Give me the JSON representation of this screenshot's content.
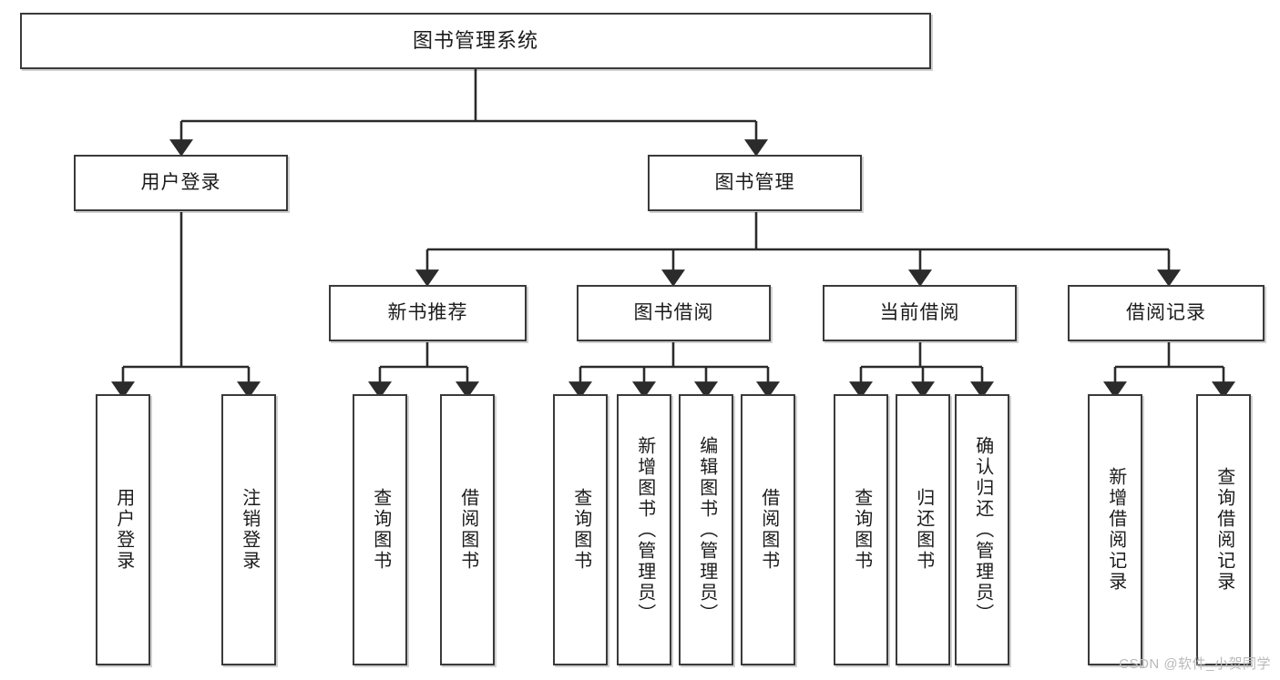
{
  "diagram": {
    "title": "图书管理系统",
    "type": "tree-hierarchy",
    "watermark": "CSDN @软件_小贺同学",
    "colors": {
      "box_border": "#3a3a3a",
      "box_fill": "#ffffff",
      "connector": "#2b2b2b",
      "text": "#1b1b1b",
      "watermark": "#b9b9b9"
    },
    "nodes": {
      "root": {
        "label": "图书管理系统",
        "level": 0
      },
      "l1": [
        {
          "id": "user_login",
          "label": "用户登录"
        },
        {
          "id": "book_manage",
          "label": "图书管理"
        }
      ],
      "l2": [
        {
          "id": "new_book_rec",
          "label": "新书推荐"
        },
        {
          "id": "book_borrow",
          "label": "图书借阅"
        },
        {
          "id": "current_borrow",
          "label": "当前借阅"
        },
        {
          "id": "borrow_record",
          "label": "借阅记录"
        }
      ],
      "leaves": {
        "user_login": [
          {
            "id": "leaf_user_login",
            "label": "用户登录"
          },
          {
            "id": "leaf_logout",
            "label": "注销登录"
          }
        ],
        "new_book_rec": [
          {
            "id": "leaf_query_book_1",
            "label": "查询图书"
          },
          {
            "id": "leaf_borrow_book_1",
            "label": "借阅图书"
          }
        ],
        "book_borrow": [
          {
            "id": "leaf_query_book_2",
            "label": "查询图书"
          },
          {
            "id": "leaf_add_book",
            "label": "新增图书（管理员）"
          },
          {
            "id": "leaf_edit_book",
            "label": "编辑图书（管理员）"
          },
          {
            "id": "leaf_borrow_book_2",
            "label": "借阅图书"
          }
        ],
        "current_borrow": [
          {
            "id": "leaf_query_book_3",
            "label": "查询图书"
          },
          {
            "id": "leaf_return_book",
            "label": "归还图书"
          },
          {
            "id": "leaf_confirm_return",
            "label": "确认归还（管理员）"
          }
        ],
        "borrow_record": [
          {
            "id": "leaf_add_record",
            "label": "新增借阅记录"
          },
          {
            "id": "leaf_query_record",
            "label": "查询借阅记录"
          }
        ]
      }
    }
  }
}
